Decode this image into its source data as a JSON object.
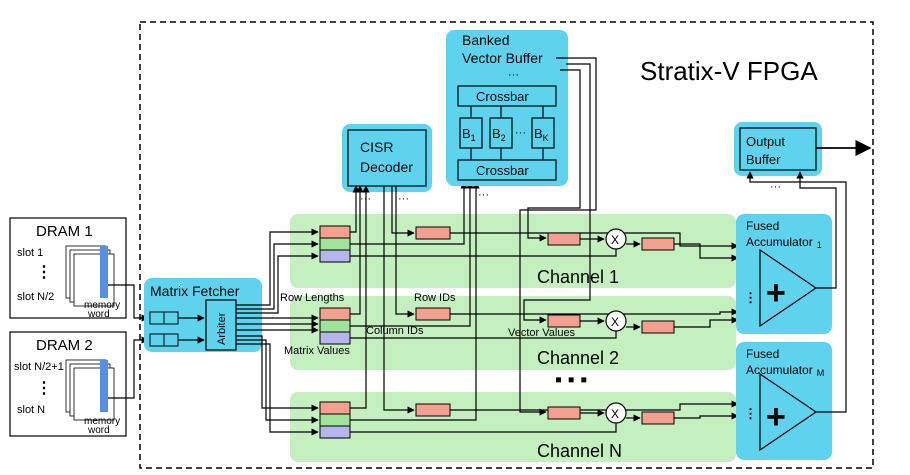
{
  "fpga_label": "Stratix-V FPGA",
  "dram1": {
    "title": "DRAM 1",
    "slot_first": "slot 1",
    "slot_last": "slot N/2",
    "word_label_1": "memory",
    "word_label_2": "word"
  },
  "dram2": {
    "title": "DRAM 2",
    "slot_first": "slot N/2+1",
    "slot_last": "slot N",
    "word_label_1": "memory",
    "word_label_2": "word"
  },
  "matrix_fetcher": {
    "title": "Matrix Fetcher",
    "arbiter": "Arbiter"
  },
  "cisr_decoder": {
    "line1": "CISR",
    "line2": "Decoder"
  },
  "vector_buffer": {
    "line1": "Banked",
    "line2": "Vector Buffer",
    "crossbar_top": "Crossbar",
    "crossbar_bottom": "Crossbar",
    "bank_1": "B",
    "bank_1_sub": "1",
    "bank_2": "B",
    "bank_2_sub": "2",
    "bank_k": "B",
    "bank_k_sub": "K",
    "dots": "···"
  },
  "output_buffer": {
    "line1": "Output",
    "line2": "Buffer"
  },
  "accumulator_1": {
    "line1": "Fused",
    "line2": "Accumulator",
    "sub": "1"
  },
  "accumulator_m": {
    "line1": "Fused",
    "line2": "Accumulator",
    "sub": "M"
  },
  "channels": {
    "ch1": "Channel 1",
    "ch2": "Channel 2",
    "chN": "Channel N",
    "more": "▪ ▪ ▪"
  },
  "annotations": {
    "row_lengths": "Row Lengths",
    "row_ids": "Row IDs",
    "column_ids": "Column IDs",
    "vector_values": "Vector Values",
    "matrix_values": "Matrix Values"
  },
  "operators": {
    "multiply": "X",
    "plus": "+"
  },
  "colors": {
    "cyan": "#5fd3ee",
    "green": "#c4f0c0",
    "fifo_red": "#f4a090",
    "fifo_green": "#9fe49a",
    "fifo_blue": "#b8b4ec",
    "word_blue": "#5a8ee0"
  }
}
